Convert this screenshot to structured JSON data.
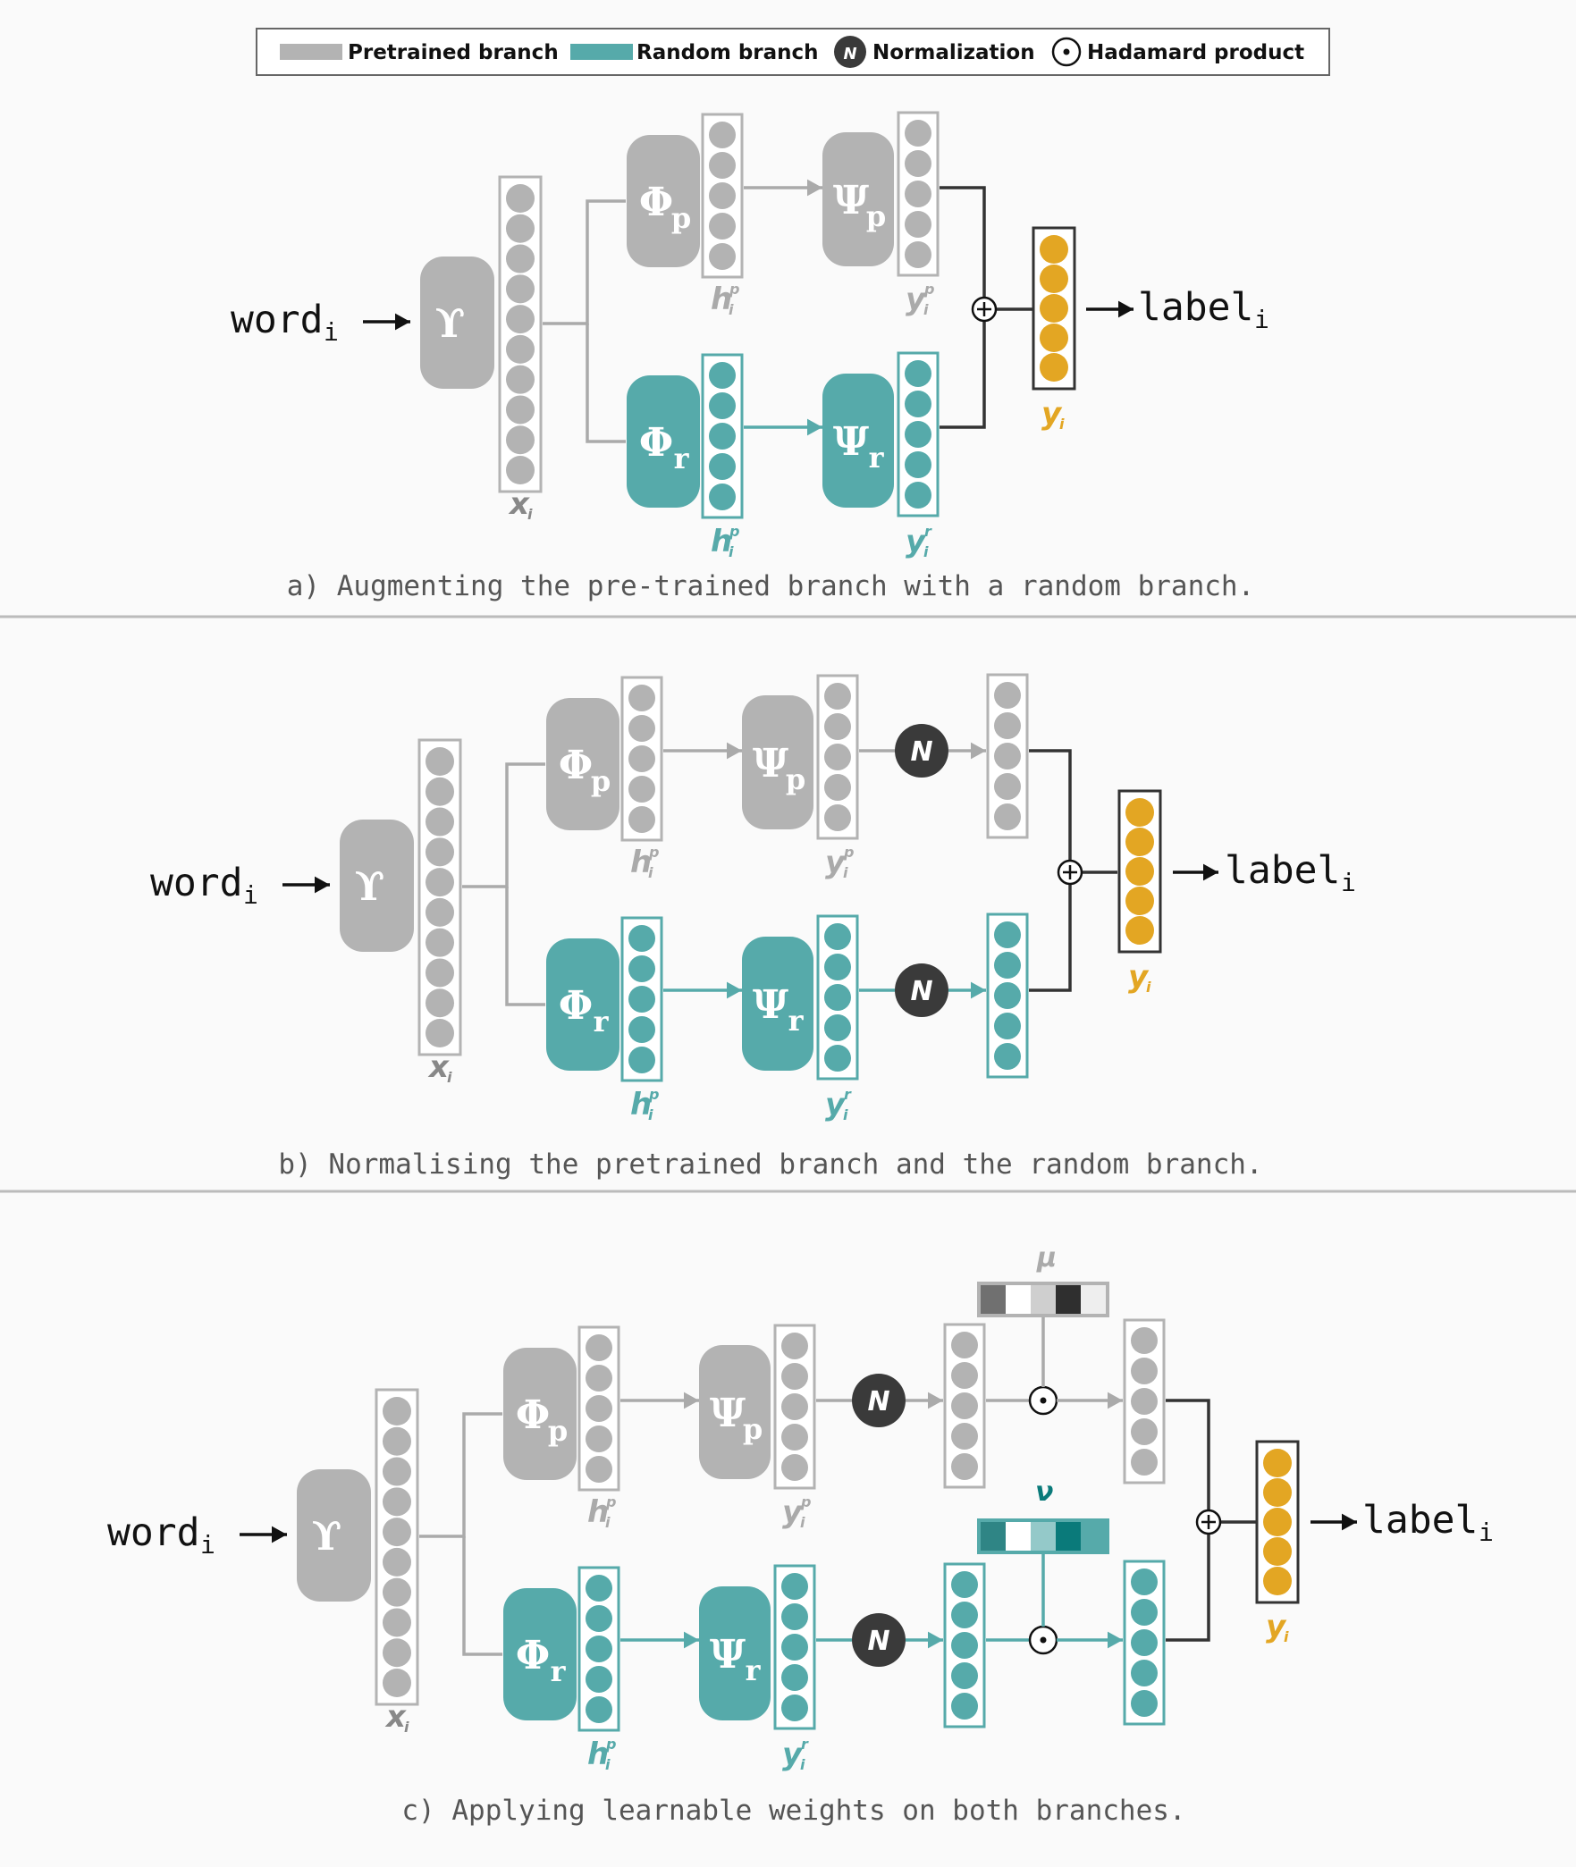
{
  "legend": {
    "pretrained": "Pretrained branch",
    "random": "Random branch",
    "norm_symbol": "N",
    "normalization": "Normalization",
    "hadamard_symbol": "⊙",
    "hadamard": "Hadamard product"
  },
  "colors": {
    "pretrained": "#b3b3b3",
    "random": "#56aaaa",
    "output": "#e3a623",
    "norm": "#3a3a3a"
  },
  "symbols": {
    "upsilon": "ϒ",
    "phi": "Φ",
    "psi": "Ψ",
    "sub_p": "p",
    "sub_r": "r",
    "plus": "⊕",
    "dot": "⊙",
    "norm": "N",
    "mu": "μ",
    "nu": "ν"
  },
  "labels": {
    "word": "word",
    "word_sub": "i",
    "label": "label",
    "label_sub": "i",
    "x": "x",
    "h": "h",
    "y": "y",
    "i": "i",
    "p": "p",
    "r": "r"
  },
  "captions": {
    "a": "a) Augmenting the pre-trained branch with a random branch.",
    "b": "b) Normalising the pretrained branch and the random branch.",
    "c": "c) Applying learnable weights on both branches."
  },
  "weights": {
    "mu": [
      "#707070",
      "#ffffff",
      "#cfcfcf",
      "#2f2f2f",
      "#eeeeee"
    ],
    "nu": [
      "#2f8585",
      "#ffffff",
      "#94c9c9",
      "#0a7a7a",
      "#56aaaa"
    ]
  }
}
